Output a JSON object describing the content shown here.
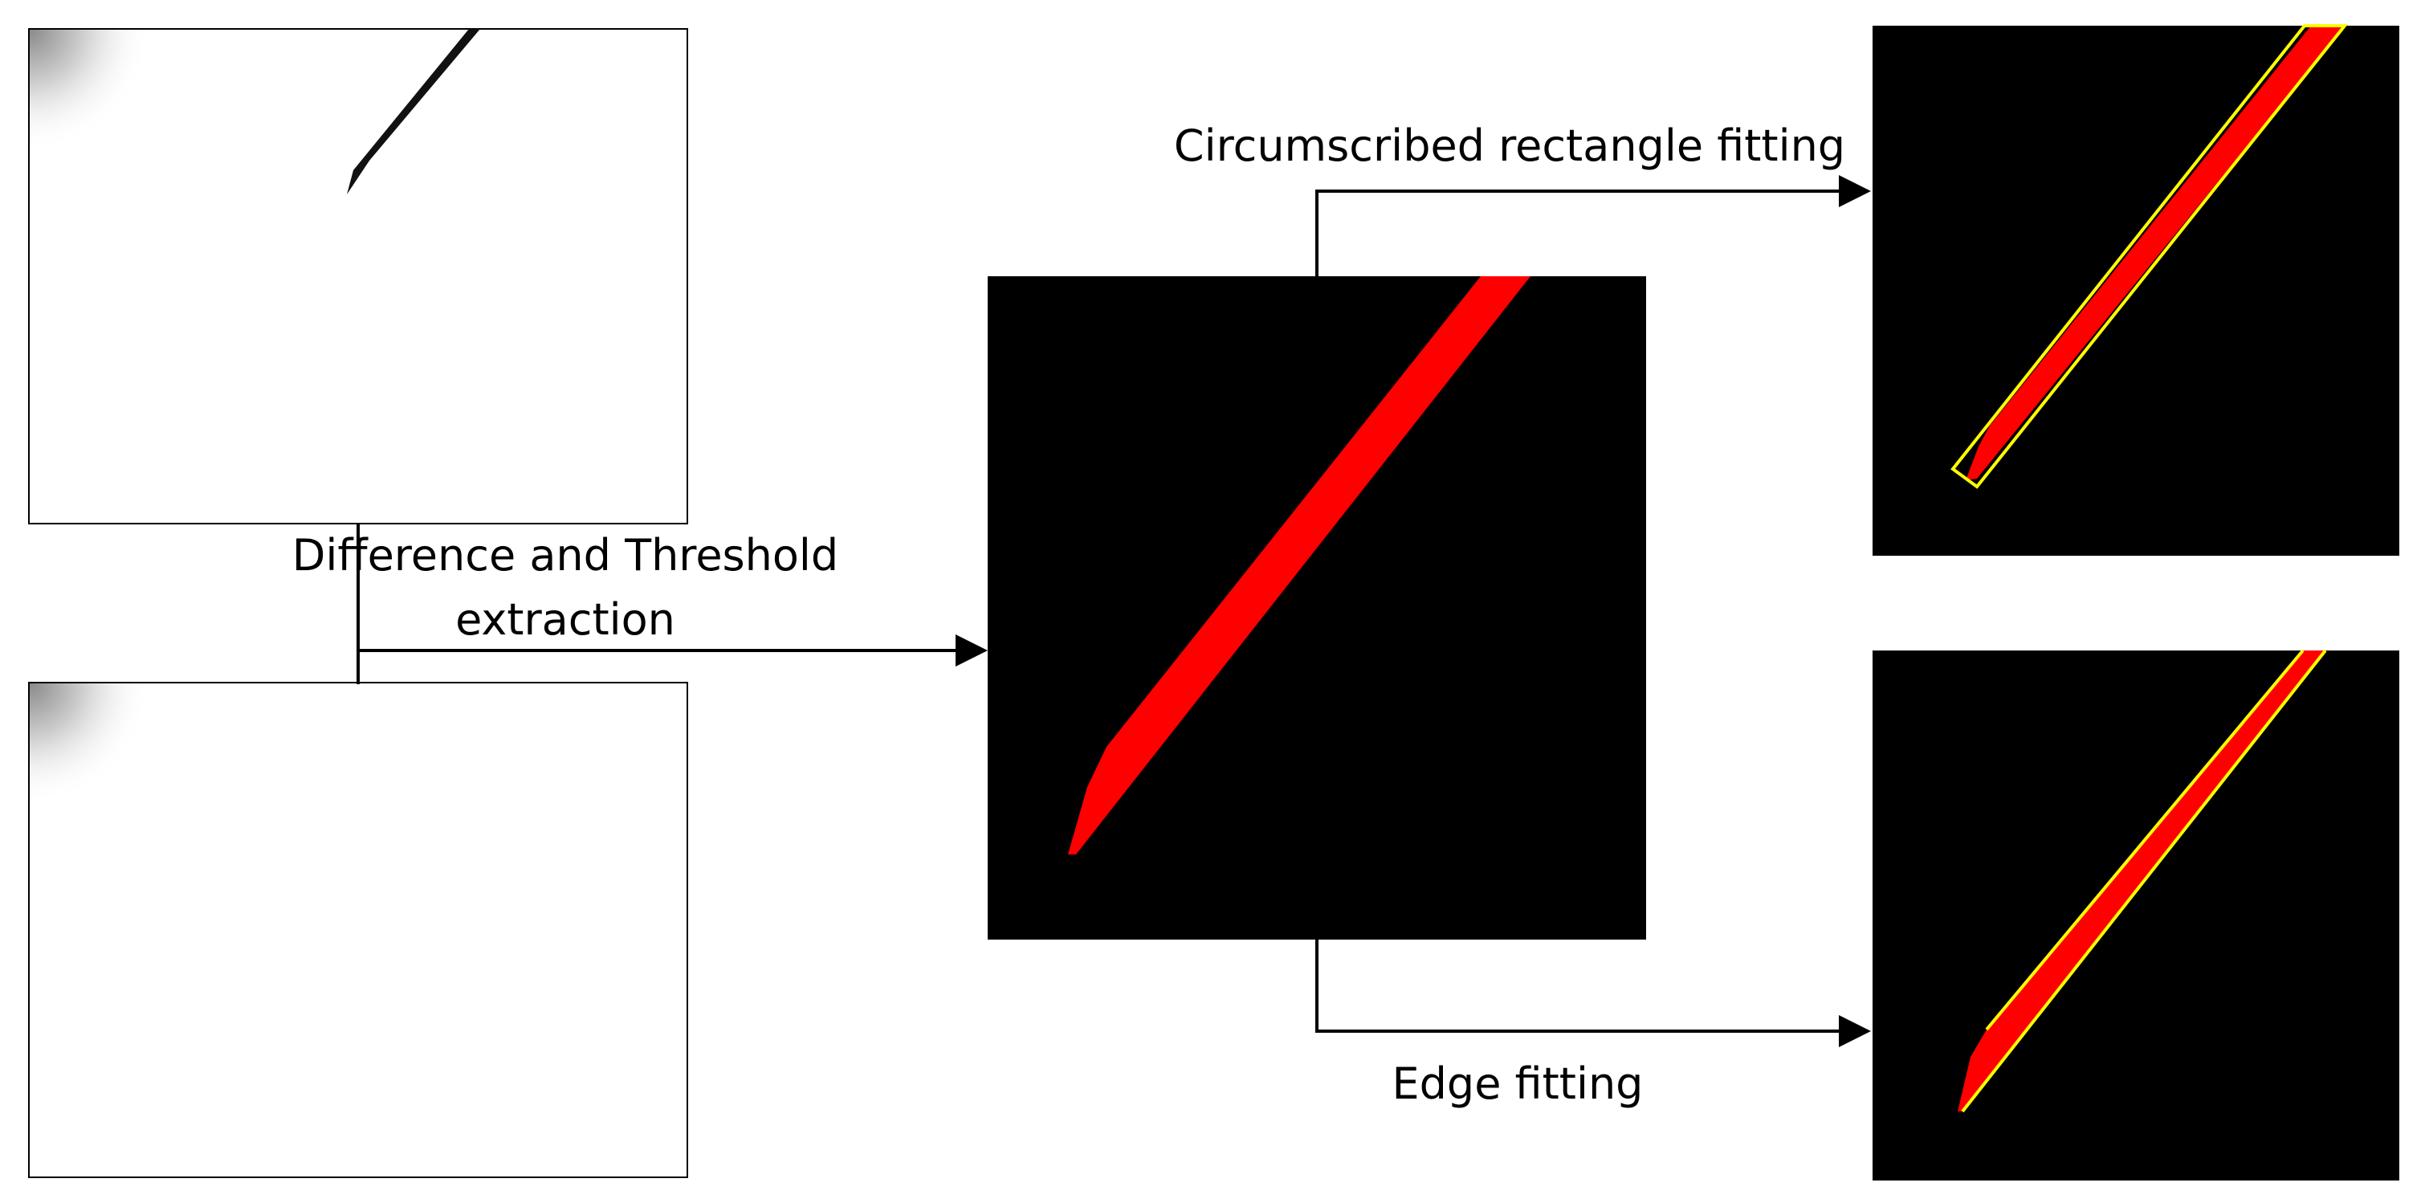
{
  "labels": {
    "difference_line1": "Difference and Threshold",
    "difference_line2": "extraction",
    "circumscribed": "Circumscribed rectangle fitting",
    "edge": "Edge  fitting"
  },
  "colors": {
    "background": "#ffffff",
    "panel_black": "#000000",
    "needle_red": "#ff0000",
    "fit_outline_yellow": "#ffff00",
    "needle_dark": "#111111",
    "arrow": "#000000"
  }
}
